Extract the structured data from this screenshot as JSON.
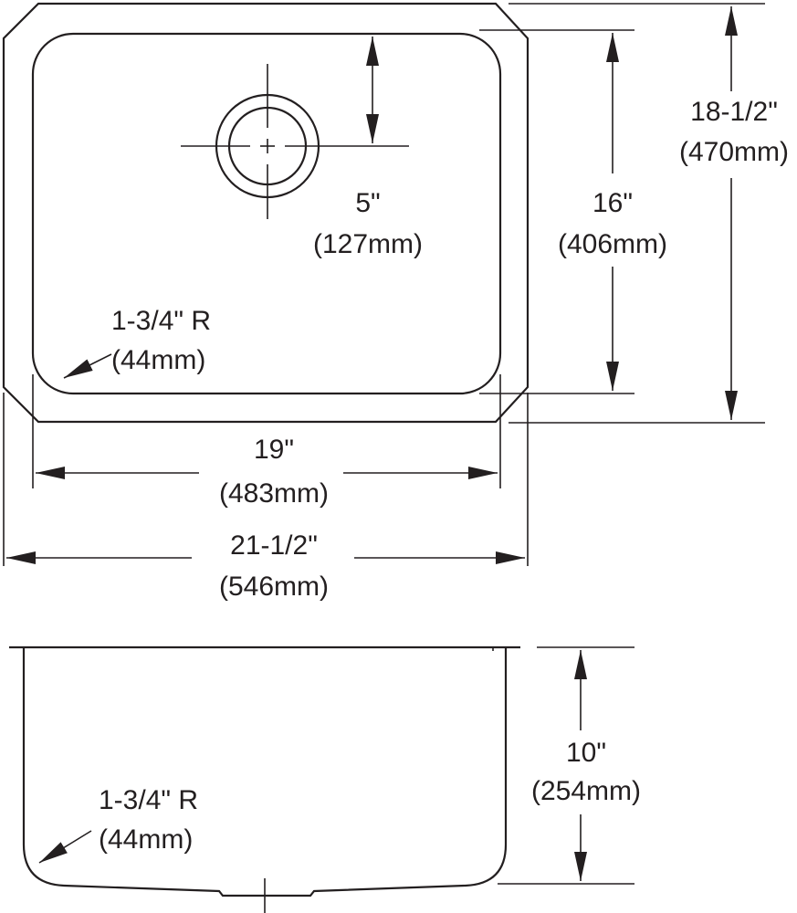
{
  "dimensions": {
    "drain_offset": {
      "imperial": "5\"",
      "metric": "(127mm)"
    },
    "bowl_length": {
      "imperial": "16\"",
      "metric": "(406mm)"
    },
    "overall_length": {
      "imperial": "18-1/2\"",
      "metric": "(470mm)"
    },
    "bowl_width": {
      "imperial": "19\"",
      "metric": "(483mm)"
    },
    "overall_width": {
      "imperial": "21-1/2\"",
      "metric": "(546mm)"
    },
    "top_corner_radius": {
      "imperial": "1-3/4\" R",
      "metric": "(44mm)"
    },
    "depth": {
      "imperial": "10\"",
      "metric": "(254mm)"
    },
    "side_corner_radius": {
      "imperial": "1-3/4\" R",
      "metric": "(44mm)"
    }
  }
}
